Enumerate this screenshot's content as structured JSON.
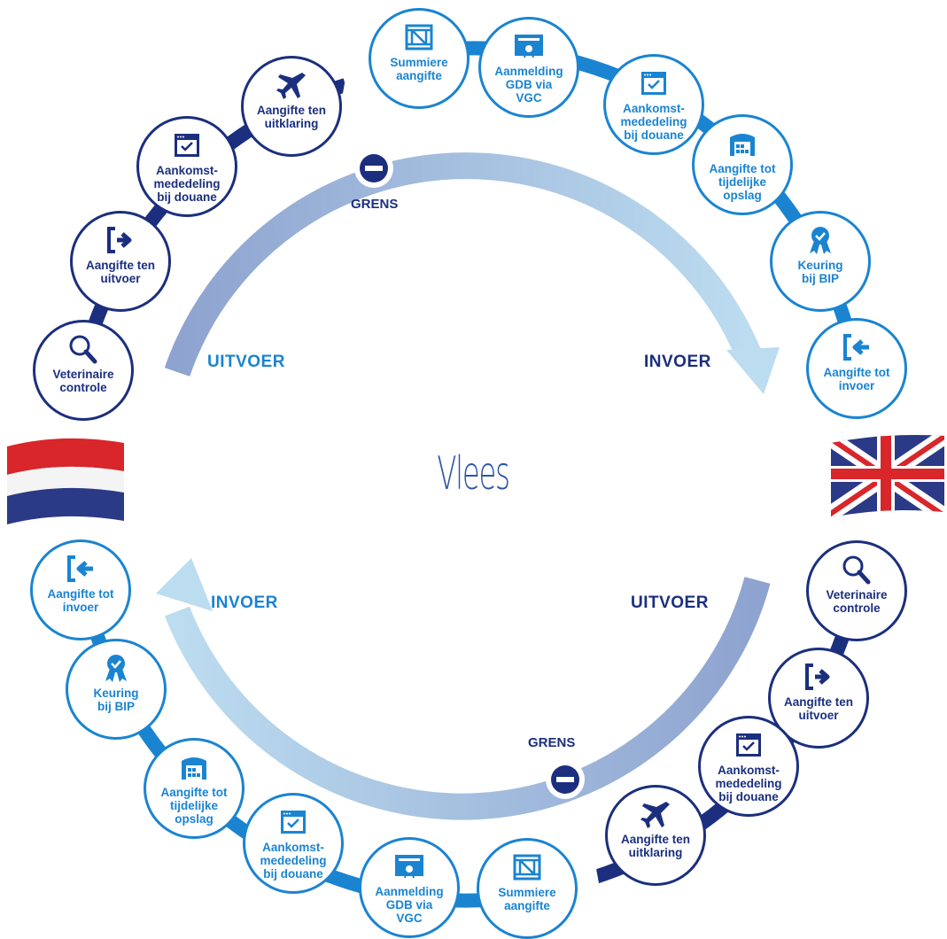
{
  "title": "Vlees",
  "colors": {
    "dark": "#1b2f7e",
    "light": "#1a84d1",
    "arrow_dark": "#8ea3cf",
    "arrow_light": "#b9d9ef"
  },
  "top": {
    "uitvoer_label": "UITVOER",
    "invoer_label": "INVOER",
    "grens_label": "GRENS",
    "steps": [
      {
        "label": "Veterinaire\ncontrole",
        "icon": "magnifier-icon",
        "tone": "dark"
      },
      {
        "label": "Aangifte ten\nuitvoer",
        "icon": "exit-arrow-icon",
        "tone": "dark"
      },
      {
        "label": "Aankomst-\nmededeling\nbij douane",
        "icon": "browser-check-icon",
        "tone": "dark"
      },
      {
        "label": "Aangifte ten\nuitklaring",
        "icon": "airplane-icon",
        "tone": "dark"
      },
      {
        "label": "Summiere\naangifte",
        "icon": "crate-icon",
        "tone": "light"
      },
      {
        "label": "Aanmelding\nGDB via\nVGC",
        "icon": "certificate-icon",
        "tone": "light"
      },
      {
        "label": "Aankomst-\nmededeling\nbij douane",
        "icon": "browser-check-icon",
        "tone": "light"
      },
      {
        "label": "Aangifte tot\ntijdelijke\nopslag",
        "icon": "warehouse-icon",
        "tone": "light"
      },
      {
        "label": "Keuring\nbij BIP",
        "icon": "rosette-icon",
        "tone": "light"
      },
      {
        "label": "Aangifte tot\ninvoer",
        "icon": "enter-arrow-icon",
        "tone": "light"
      }
    ]
  },
  "bottom": {
    "uitvoer_label": "UITVOER",
    "invoer_label": "INVOER",
    "grens_label": "GRENS",
    "steps": [
      {
        "label": "Veterinaire\ncontrole",
        "icon": "magnifier-icon",
        "tone": "dark"
      },
      {
        "label": "Aangifte ten\nuitvoer",
        "icon": "exit-arrow-icon",
        "tone": "dark"
      },
      {
        "label": "Aankomst-\nmededeling\nbij douane",
        "icon": "browser-check-icon",
        "tone": "dark"
      },
      {
        "label": "Aangifte ten\nuitklaring",
        "icon": "airplane-icon",
        "tone": "dark"
      },
      {
        "label": "Summiere\naangifte",
        "icon": "crate-icon",
        "tone": "light"
      },
      {
        "label": "Aanmelding\nGDB via\nVGC",
        "icon": "certificate-icon",
        "tone": "light"
      },
      {
        "label": "Aankomst-\nmededeling\nbij douane",
        "icon": "browser-check-icon",
        "tone": "light"
      },
      {
        "label": "Aangifte tot\ntijdelijke\nopslag",
        "icon": "warehouse-icon",
        "tone": "light"
      },
      {
        "label": "Keuring\nbij BIP",
        "icon": "rosette-icon",
        "tone": "light"
      },
      {
        "label": "Aangifte tot\ninvoer",
        "icon": "enter-arrow-icon",
        "tone": "light"
      }
    ]
  },
  "flags": [
    {
      "name": "netherlands-flag-icon"
    },
    {
      "name": "united-kingdom-flag-icon"
    }
  ]
}
